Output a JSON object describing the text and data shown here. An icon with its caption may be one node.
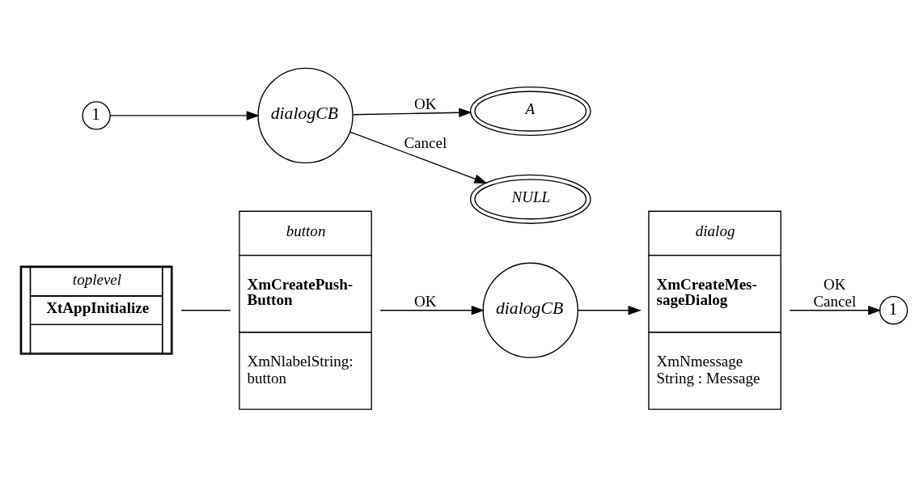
{
  "diagram": {
    "nodes": [
      {
        "text": [
          "toplevel",
          "XtAppInitialize"
        ]
      },
      {
        "text": [
          "button",
          "XmCreatePush- Button",
          "XmNlabelString: button"
        ]
      },
      {
        "text": [
          "dialogCB"
        ]
      },
      {
        "text": [
          "dialog",
          "XmCreateMes- sageDialog",
          "XmNmessage String : Message"
        ]
      },
      {
        "text": [
          "1"
        ]
      },
      {
        "text": [
          "1"
        ]
      },
      {
        "text": [
          "dialogCB"
        ]
      },
      {
        "text": [
          "A"
        ]
      },
      {
        "text": [
          "NULL"
        ]
      }
    ],
    "edges": [
      {
        "from": 0,
        "to": 1,
        "arrow": "none"
      },
      {
        "from": 1,
        "to": 2,
        "arrow": "to",
        "label": "OK"
      },
      {
        "from": 2,
        "to": 3,
        "arrow": "to"
      },
      {
        "from": 3,
        "to": 4,
        "arrow": "to",
        "label": "OK Cancel"
      },
      {
        "from": 5,
        "to": 6,
        "arrow": "to"
      },
      {
        "from": 6,
        "to": 7,
        "arrow": "to",
        "label": "OK"
      },
      {
        "from": 6,
        "to": 8,
        "arrow": "to",
        "label": "Cancel"
      }
    ]
  }
}
